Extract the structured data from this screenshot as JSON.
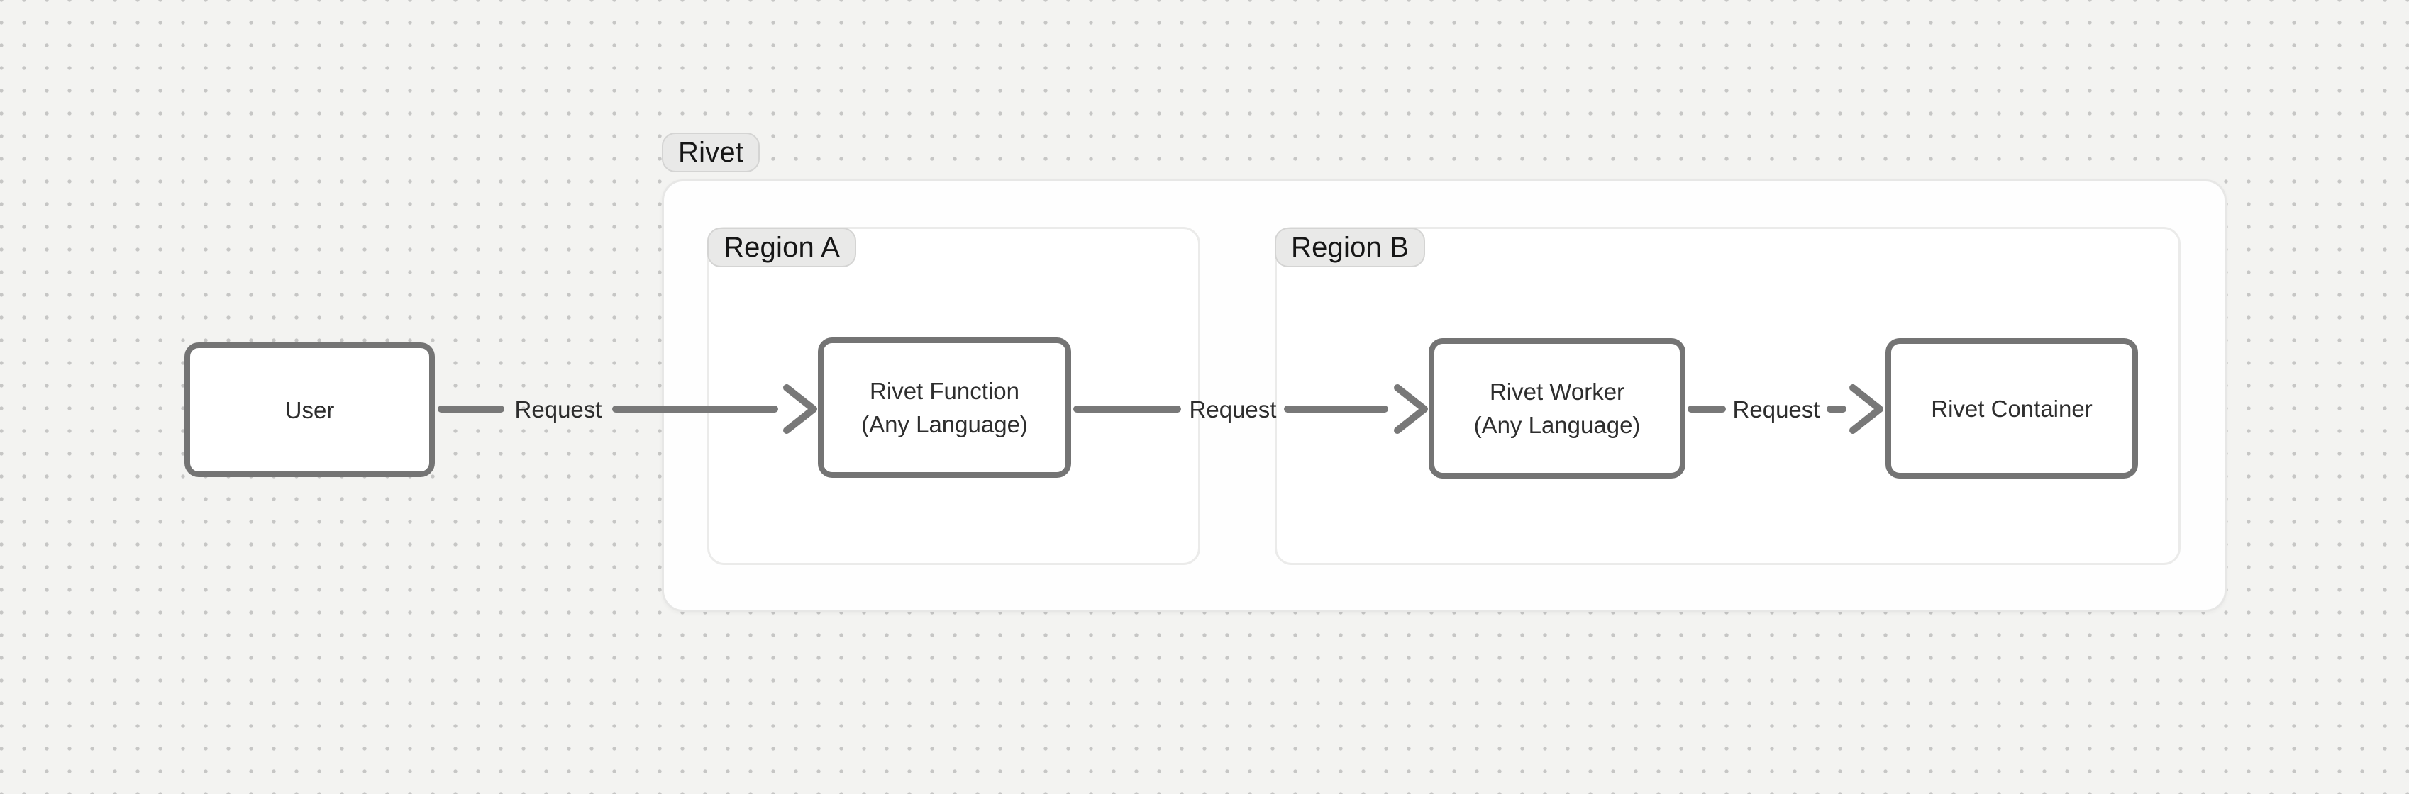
{
  "diagram": {
    "group_label": "Rivet",
    "regions": [
      {
        "label": "Region A"
      },
      {
        "label": "Region B"
      }
    ],
    "nodes": [
      {
        "id": "user",
        "label": "User",
        "sublabel": ""
      },
      {
        "id": "rivet-function",
        "label": "Rivet Function",
        "sublabel": "(Any Language)"
      },
      {
        "id": "rivet-worker",
        "label": "Rivet Worker",
        "sublabel": "(Any Language)"
      },
      {
        "id": "rivet-container",
        "label": "Rivet Container",
        "sublabel": ""
      }
    ],
    "edges": [
      {
        "from": "user",
        "to": "rivet-function",
        "label": "Request"
      },
      {
        "from": "rivet-function",
        "to": "rivet-worker",
        "label": "Request"
      },
      {
        "from": "rivet-worker",
        "to": "rivet-container",
        "label": "Request"
      }
    ]
  },
  "colors": {
    "canvas_background": "#f3f3f1",
    "grid_dot": "#c6c6c5",
    "container_background": "#ffffff",
    "container_border": "#e7e7e6",
    "pill_background": "#e9e9e8",
    "pill_border": "#d4d4d3",
    "node_border": "#747474",
    "arrow": "#787878",
    "text": "#2d2d2d"
  }
}
